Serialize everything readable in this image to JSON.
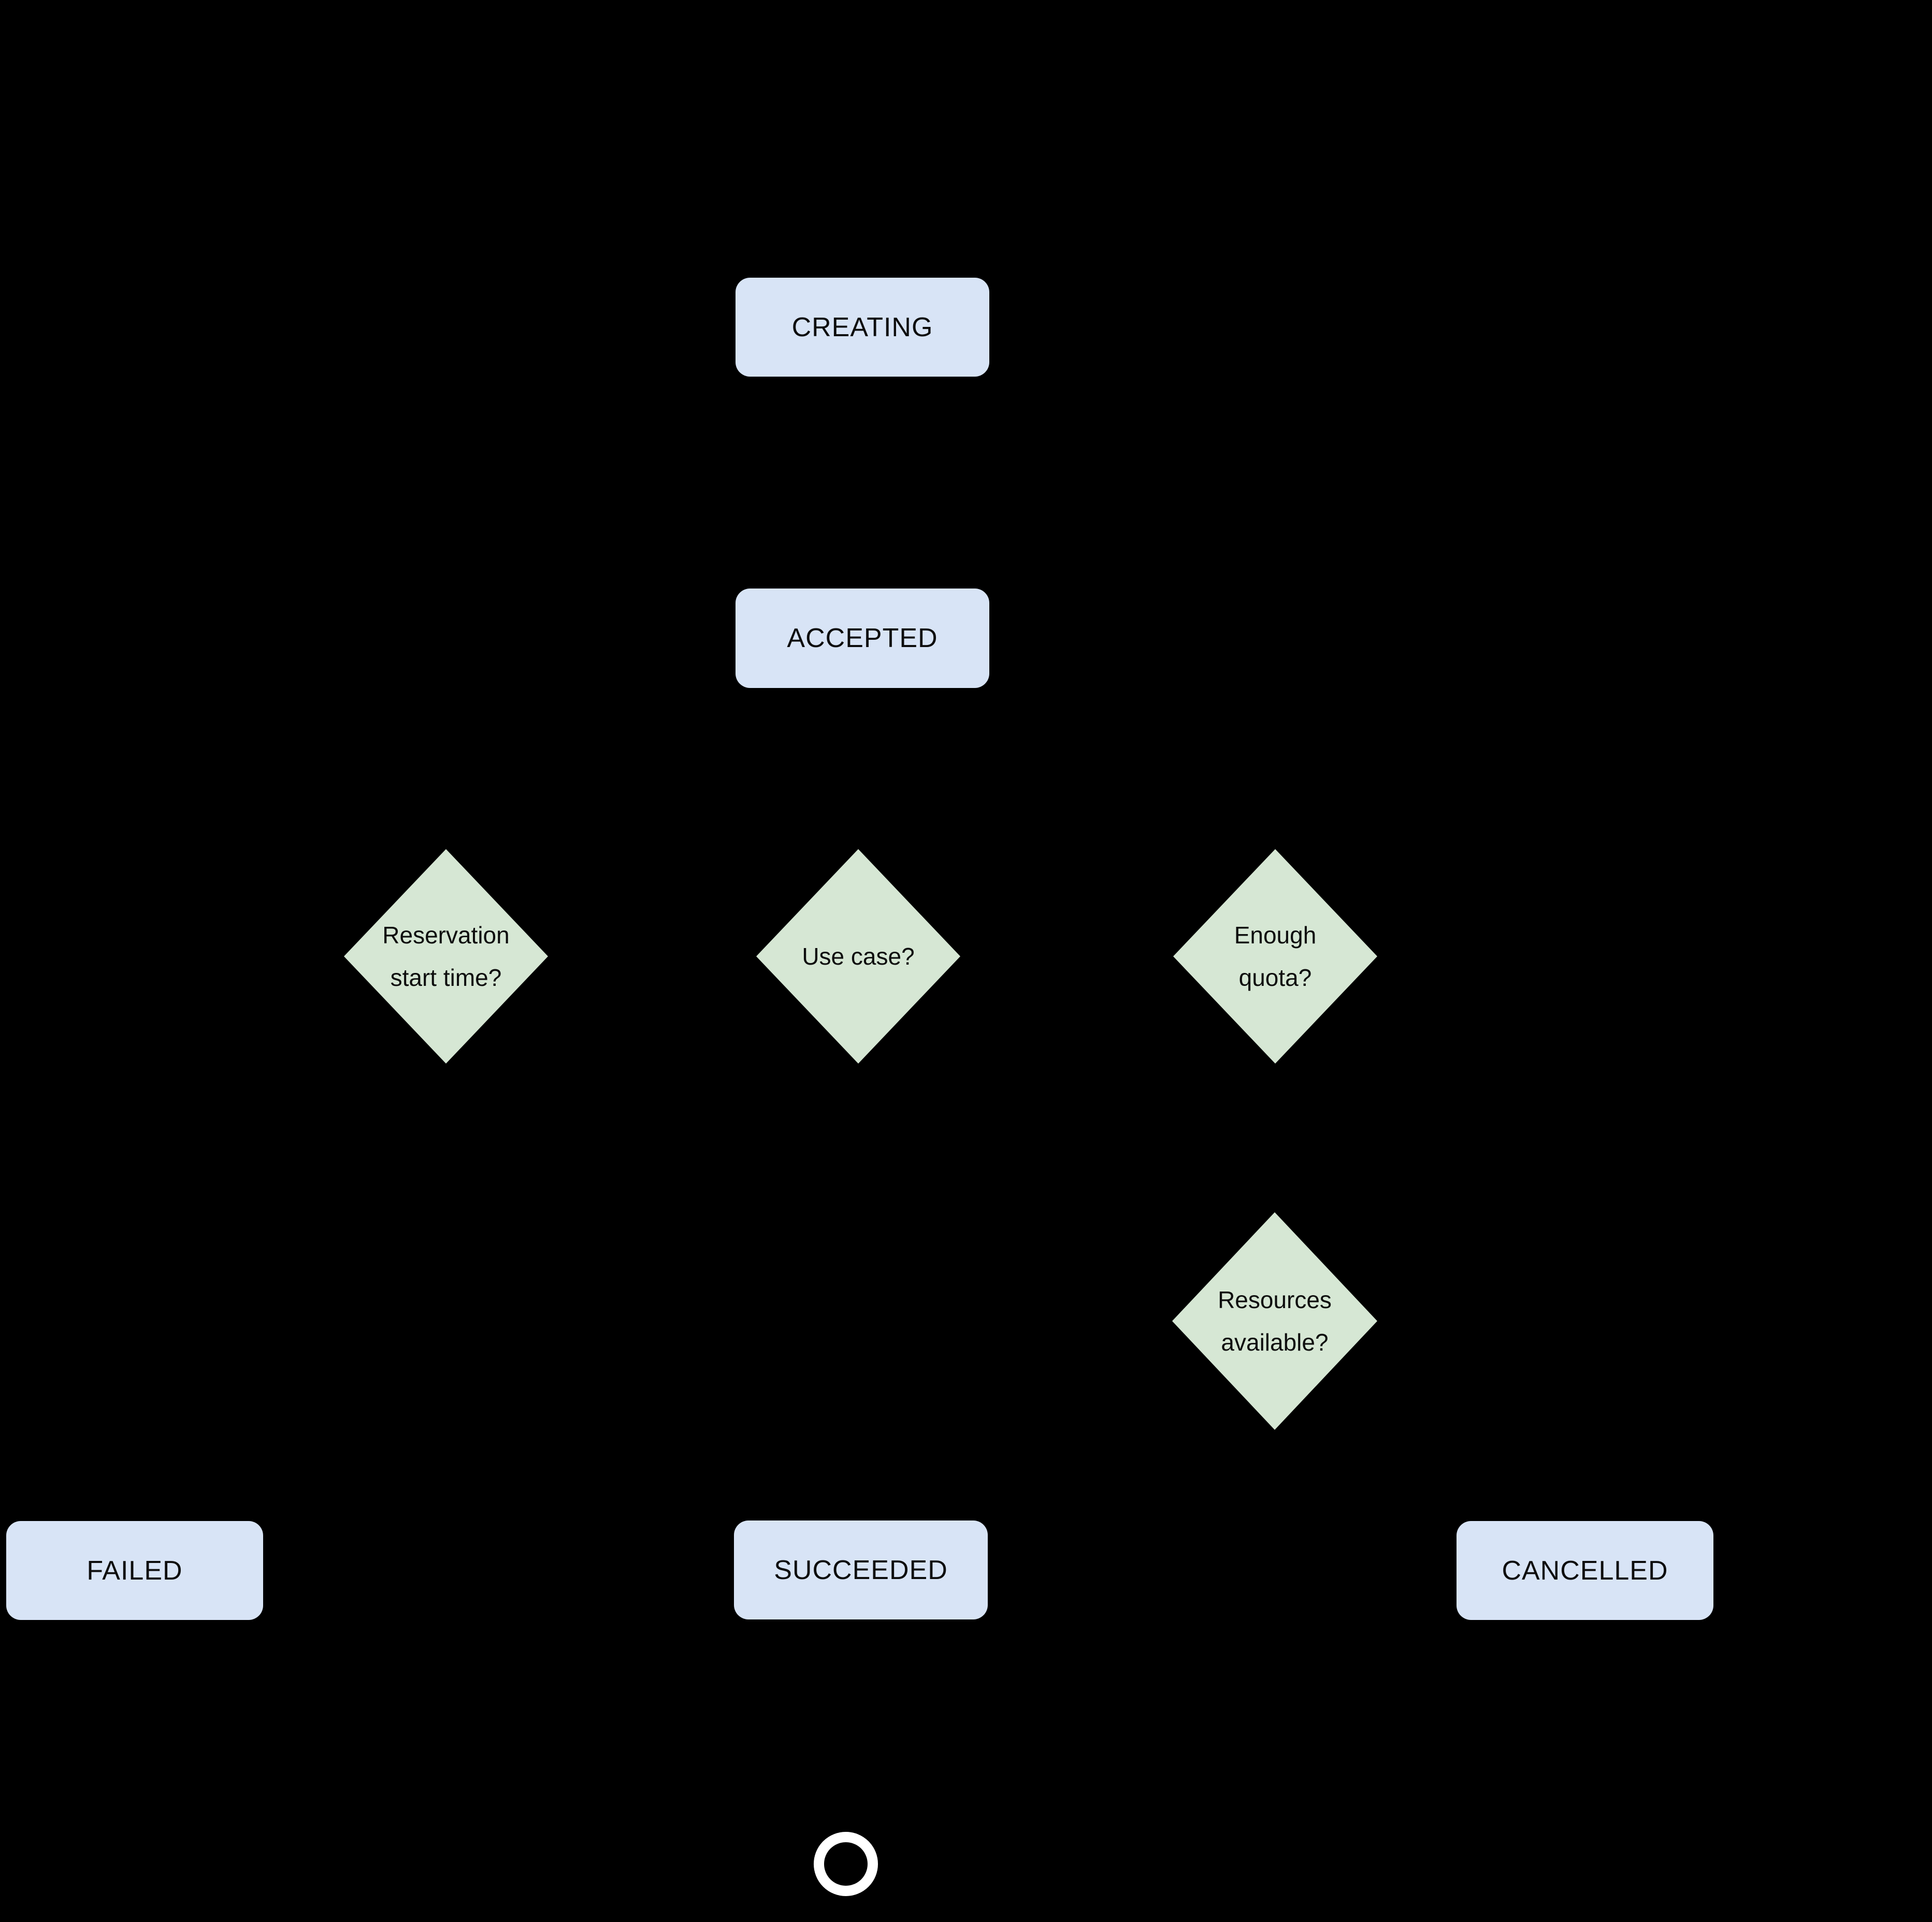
{
  "diagram": {
    "background_color": "#000000",
    "state_fill_color": "#d8e4f6",
    "decision_fill_color": "#d6e7d4",
    "text_color": "#0d0d0d",
    "end_ring_color": "#ffffff",
    "states": [
      {
        "id": "creating",
        "label": "CREATING"
      },
      {
        "id": "accepted",
        "label": "ACCEPTED"
      },
      {
        "id": "failed",
        "label": "FAILED"
      },
      {
        "id": "succeeded",
        "label": "SUCCEEDED"
      },
      {
        "id": "cancelled",
        "label": "CANCELLED"
      }
    ],
    "decisions": [
      {
        "id": "reservation-start-time",
        "lines": [
          "Reservation",
          "start time?"
        ]
      },
      {
        "id": "use-case",
        "lines": [
          "Use case?"
        ]
      },
      {
        "id": "enough-quota",
        "lines": [
          "Enough",
          "quota?"
        ]
      },
      {
        "id": "resources-available",
        "lines": [
          "Resources",
          "available?"
        ]
      }
    ],
    "end_marker": "final-state"
  }
}
